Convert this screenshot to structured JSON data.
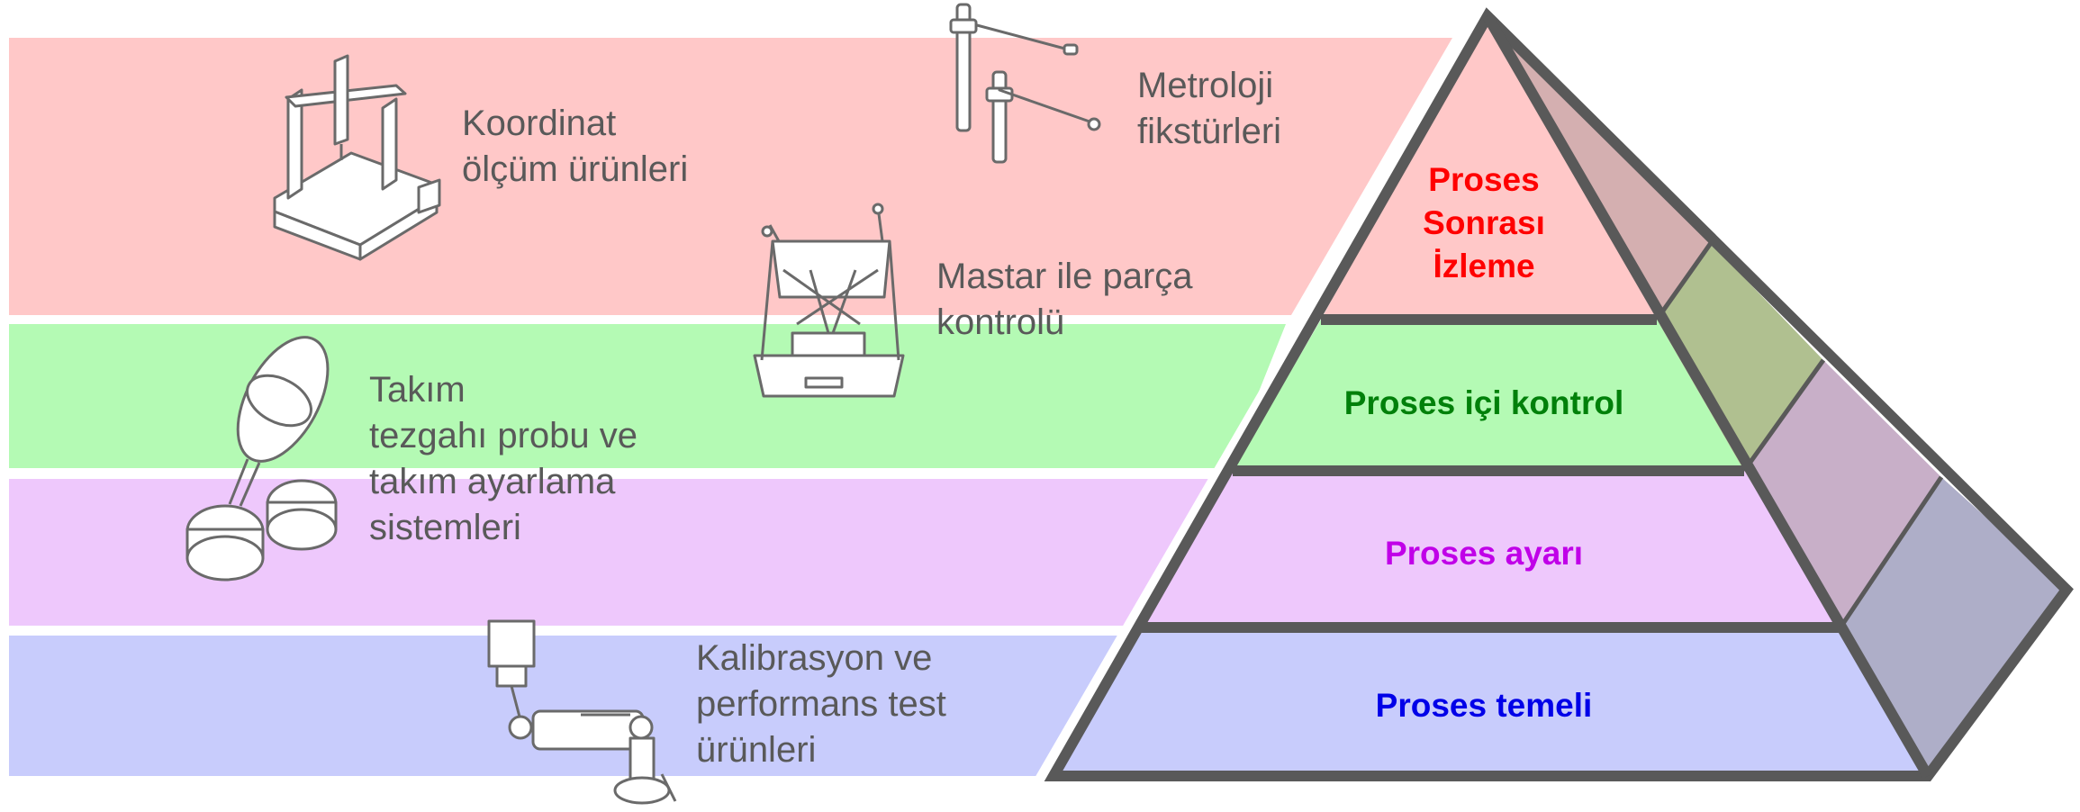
{
  "colors": {
    "band_top": "#ffc8c8",
    "band_green": "#b4fab4",
    "band_purple": "#eec8fc",
    "band_blue": "#c8ccfc",
    "frame": "#595959",
    "text_gray": "#595959",
    "tier_red": "#ff0000",
    "tier_green": "#00800a",
    "tier_purple": "#c000e8",
    "tier_blue": "#0000e8"
  },
  "pyramid": {
    "tiers": [
      {
        "lines": [
          "Proses",
          "Sonrası",
          "İzleme"
        ],
        "color": "#ff0000"
      },
      {
        "lines": [
          "Proses içi kontrol"
        ],
        "color": "#00800a"
      },
      {
        "lines": [
          "Proses ayarı"
        ],
        "color": "#c000e8"
      },
      {
        "lines": [
          "Proses temeli"
        ],
        "color": "#0000e8"
      }
    ]
  },
  "products": {
    "cmm": {
      "text": "Koordinat\nölçüm ürünleri",
      "icon": "cmm-machine-icon"
    },
    "fixtures": {
      "text": "Metroloji\nfikstürleri",
      "icon": "fixture-clamp-icon"
    },
    "gauging": {
      "text": "Mastar ile parça\nkontrolü",
      "icon": "gauging-system-icon"
    },
    "probe": {
      "text": "Takım\ntezgahı probu ve\ntakım ayarlama\nsistemleri",
      "icon": "machine-tool-probe-icon"
    },
    "calibration": {
      "text": "Kalibrasyon ve\nperformans test\nürünleri",
      "icon": "ballbar-calibration-icon"
    }
  }
}
